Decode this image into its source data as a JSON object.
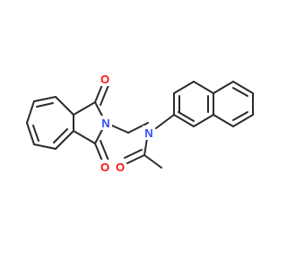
{
  "molecule": {
    "atoms": [
      {
        "element": "O",
        "label": "O",
        "color": "#ff0d0d"
      },
      {
        "element": "O",
        "label": "O",
        "color": "#ff0d0d"
      },
      {
        "element": "N",
        "label": "N",
        "color": "#2f50f8"
      },
      {
        "element": "N",
        "label": "N",
        "color": "#2f50f8"
      },
      {
        "element": "O",
        "label": "O",
        "color": "#ff0d0d"
      }
    ],
    "bond_color": "#2b2b2b"
  }
}
